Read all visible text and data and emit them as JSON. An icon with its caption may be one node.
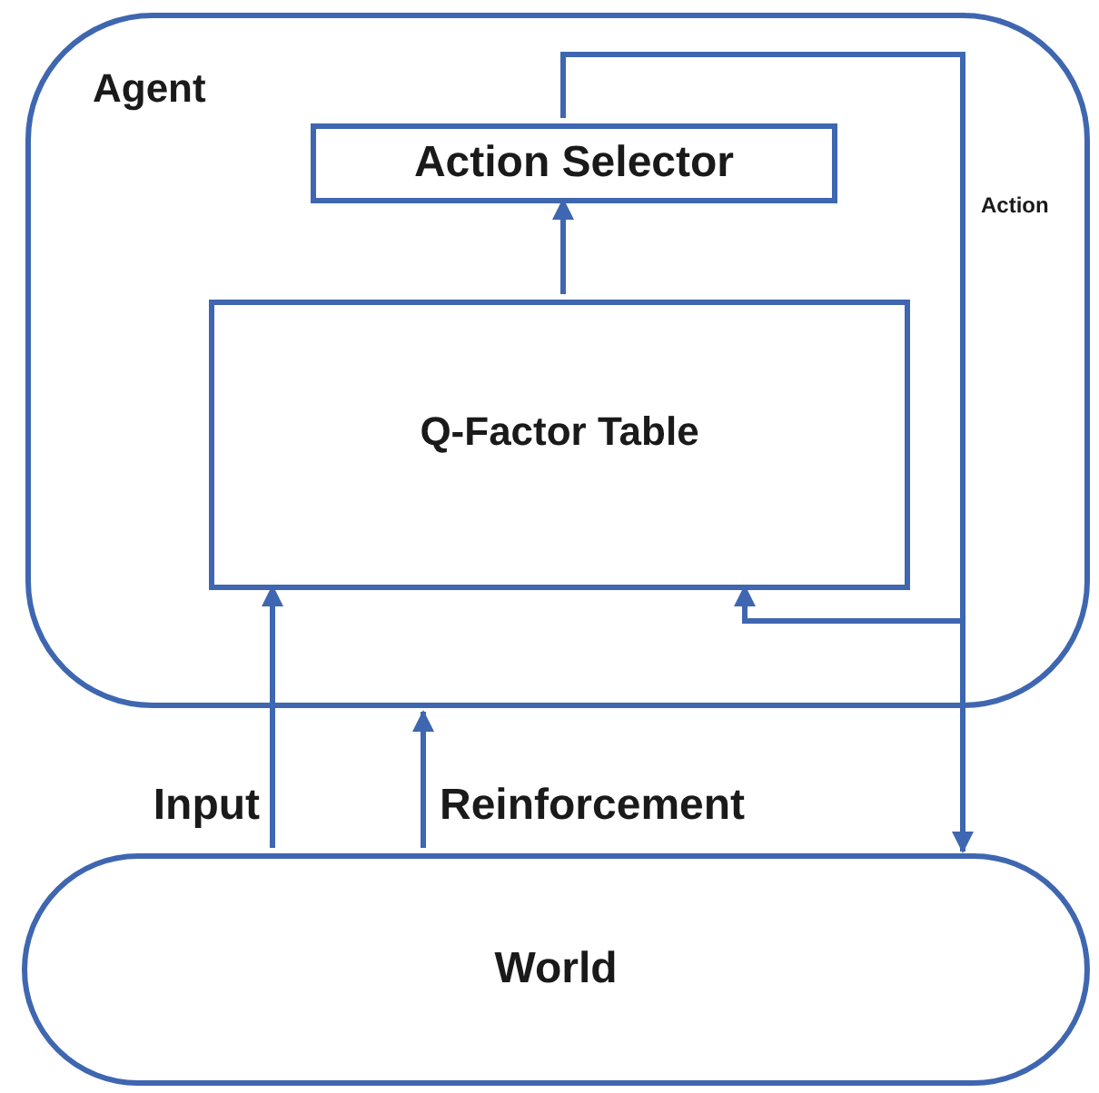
{
  "diagram": {
    "nodes": [
      {
        "text": [
          "Agent"
        ]
      },
      {
        "text": [
          "Action Selector"
        ],
        "in": 0
      },
      {
        "text": [
          "Q-Factor Table"
        ],
        "in": 0
      },
      {
        "text": [
          "World"
        ]
      }
    ],
    "edges": [
      {
        "from": 2,
        "to": 1,
        "arrow": "to"
      },
      {
        "from": 1,
        "to": 3,
        "arrow": "to",
        "label": "Action"
      },
      {
        "from": 1,
        "to": 2,
        "arrow": "to"
      },
      {
        "from": 3,
        "to": 2,
        "arrow": "to",
        "label": "Input"
      },
      {
        "from": 3,
        "to": 0,
        "arrow": "to",
        "label": "Reinforcement"
      }
    ]
  }
}
